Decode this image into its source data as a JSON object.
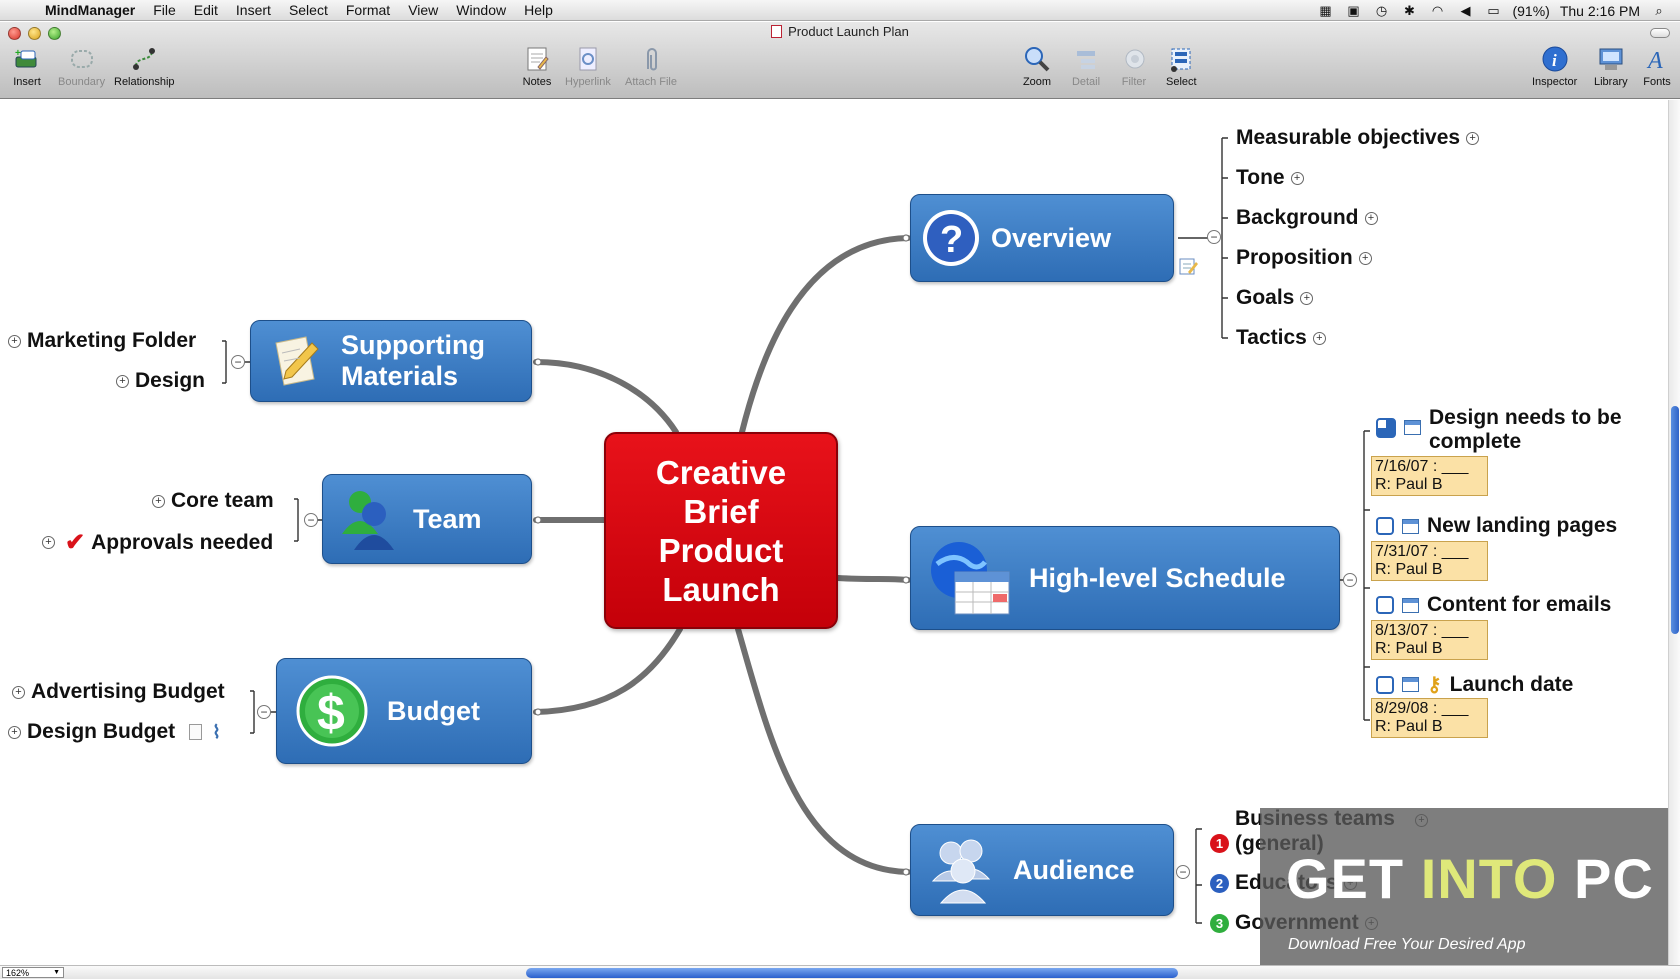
{
  "menubar": {
    "app_name": "MindManager",
    "items": [
      "File",
      "Edit",
      "Insert",
      "Select",
      "Format",
      "View",
      "Window",
      "Help"
    ],
    "battery": "(91%)",
    "clock": "Thu 2:16 PM"
  },
  "window": {
    "title": "Product Launch Plan"
  },
  "toolbar": {
    "insert": "Insert",
    "boundary": "Boundary",
    "relationship": "Relationship",
    "notes": "Notes",
    "hyperlink": "Hyperlink",
    "attach_file": "Attach File",
    "zoom": "Zoom",
    "detail": "Detail",
    "filter": "Filter",
    "select": "Select",
    "inspector": "Inspector",
    "library": "Library",
    "fonts": "Fonts"
  },
  "map": {
    "central": "Creative\nBrief\nProduct\nLaunch",
    "overview": {
      "label": "Overview",
      "children": [
        "Measurable objectives",
        "Tone",
        "Background",
        "Proposition",
        "Goals",
        "Tactics"
      ]
    },
    "supporting": {
      "label_line1": "Supporting",
      "label_line2": "Materials",
      "children": [
        "Marketing Folder",
        "Design"
      ]
    },
    "team": {
      "label": "Team",
      "children": [
        "Core team",
        "Approvals needed"
      ]
    },
    "budget": {
      "label": "Budget",
      "children": [
        "Advertising Budget",
        "Design Budget"
      ]
    },
    "schedule": {
      "label": "High-level Schedule",
      "tasks": [
        {
          "line1": "Design needs to be",
          "line2": "complete",
          "note": "7/16/07 : ___\nR: Paul B"
        },
        {
          "line1": "New landing pages",
          "note": "7/31/07 : ___\nR: Paul B"
        },
        {
          "line1": "Content for emails",
          "note": "8/13/07 : ___\nR: Paul B"
        },
        {
          "line1": "Launch date",
          "note": "8/29/08 : ___\nR: Paul B"
        }
      ]
    },
    "audience": {
      "label": "Audience",
      "children": [
        {
          "prio": "1",
          "line1": "Business teams",
          "line2": "(general)"
        },
        {
          "prio": "2",
          "line1": "Educators"
        },
        {
          "prio": "3",
          "line1": "Government"
        }
      ]
    }
  },
  "statusbar": {
    "zoom": "162%"
  },
  "watermark": {
    "part1": "GET ",
    "part2": "INTO",
    "part3": " PC",
    "tagline": "Download Free Your Desired App"
  },
  "colors": {
    "topic_blue": "#3a7cc4",
    "central_red": "#d80a12",
    "note_yellow": "#fbe1a6",
    "connector_gray": "#6f6f6f"
  },
  "icons": {
    "overview": "question-icon",
    "supporting": "document-pencil-icon",
    "team": "people-icon",
    "budget": "dollar-icon",
    "schedule": "globe-calendar-icon",
    "audience": "group-icon"
  }
}
